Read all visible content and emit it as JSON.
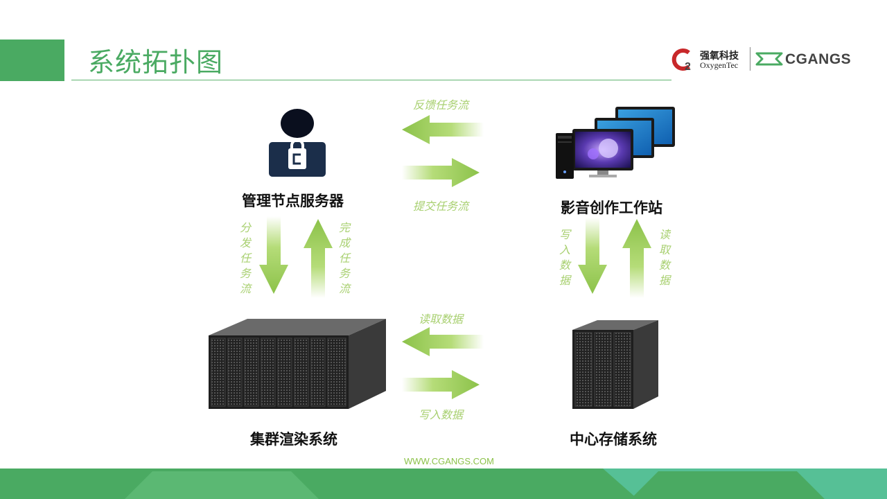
{
  "slide": {
    "title": "系统拓扑图",
    "website": "WWW.CGANGS.COM"
  },
  "logo": {
    "company_cn": "强氧科技",
    "company_en": "OxygenTec",
    "brand": "CGANGS"
  },
  "nodes": {
    "management_server": "管理节点服务器",
    "workstation": "影音创作工作站",
    "render_cluster": "集群渲染系统",
    "central_storage": "中心存储系统"
  },
  "flows": {
    "feedback_task": "反馈任务流",
    "submit_task": "提交任务流",
    "distribute_task": "分发任务流",
    "complete_task": "完成任务流",
    "write_data_right": "写入数据",
    "read_data_right": "读取数据",
    "read_data_bottom": "读取数据",
    "write_data_bottom": "写入数据"
  },
  "colors": {
    "accent_green": "#4aaa62",
    "arrow_green": "#8cc24a",
    "flow_text": "#a8d070"
  }
}
